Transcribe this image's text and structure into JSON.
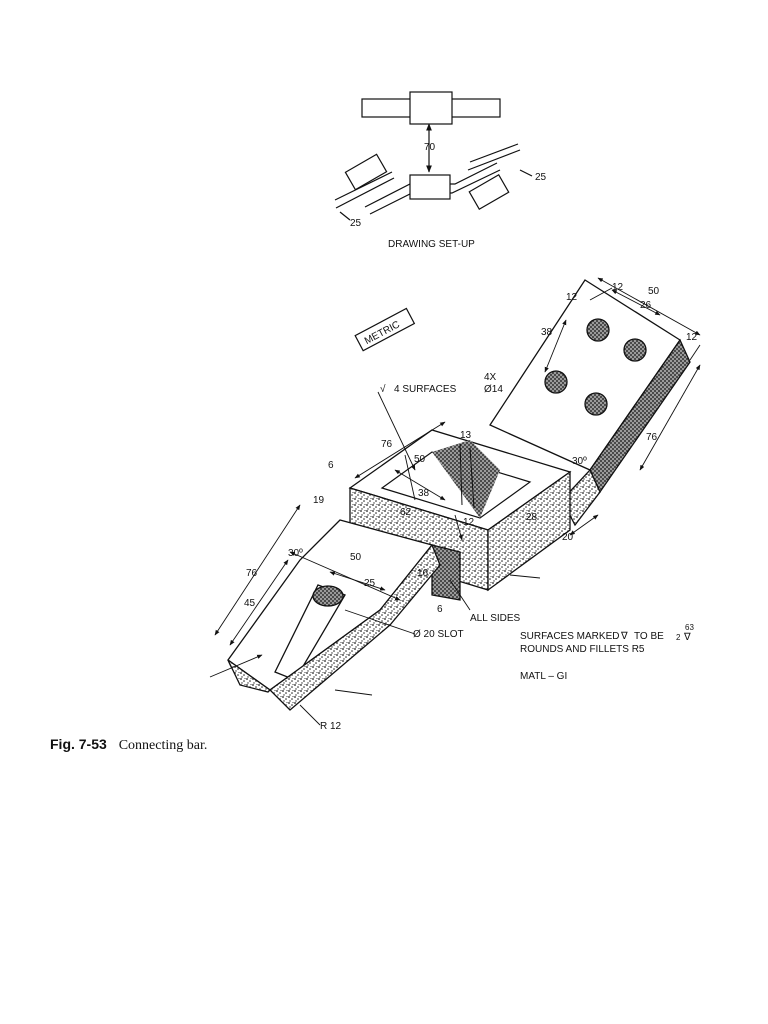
{
  "setup": {
    "title": "DRAWING SET-UP",
    "dim_vertical": "70",
    "dim_right": "25",
    "dim_left": "25"
  },
  "metric_stamp": "METRIC",
  "dimensions": {
    "d50_top": "50",
    "d12_top_left": "12",
    "d12_top_mid": "12",
    "d26": "26",
    "d12_right": "12",
    "d38_top": "38",
    "d76_right": "76",
    "d30_right": "30º",
    "d20": "20",
    "d13": "13",
    "d76_top": "76",
    "d6_left": "6",
    "d50_window": "50",
    "d38_window": "38",
    "d62": "62",
    "d12_window": "12",
    "d28": "28",
    "d19": "19",
    "d30_left": "30º",
    "d50_fork": "50",
    "d76_left": "76",
    "d45": "45",
    "d25_fork": "25",
    "d16": "16",
    "d6_bottom": "6"
  },
  "callouts": {
    "four_surfaces": "4 SURFACES",
    "holes_count": "4X",
    "holes_dia": "Ø14",
    "slot": "Ø 20 SLOT",
    "all_sides": "ALL SIDES",
    "radius": "R 12"
  },
  "notes": {
    "line1": "SURFACES MARKED",
    "line1b": "TO BE",
    "finish_top": "63",
    "finish_bottom": "2",
    "line2": "ROUNDS AND FILLETS R5",
    "line3": "MATL – GI"
  },
  "caption": {
    "number": "Fig. 7-53",
    "title": "Connecting bar."
  }
}
